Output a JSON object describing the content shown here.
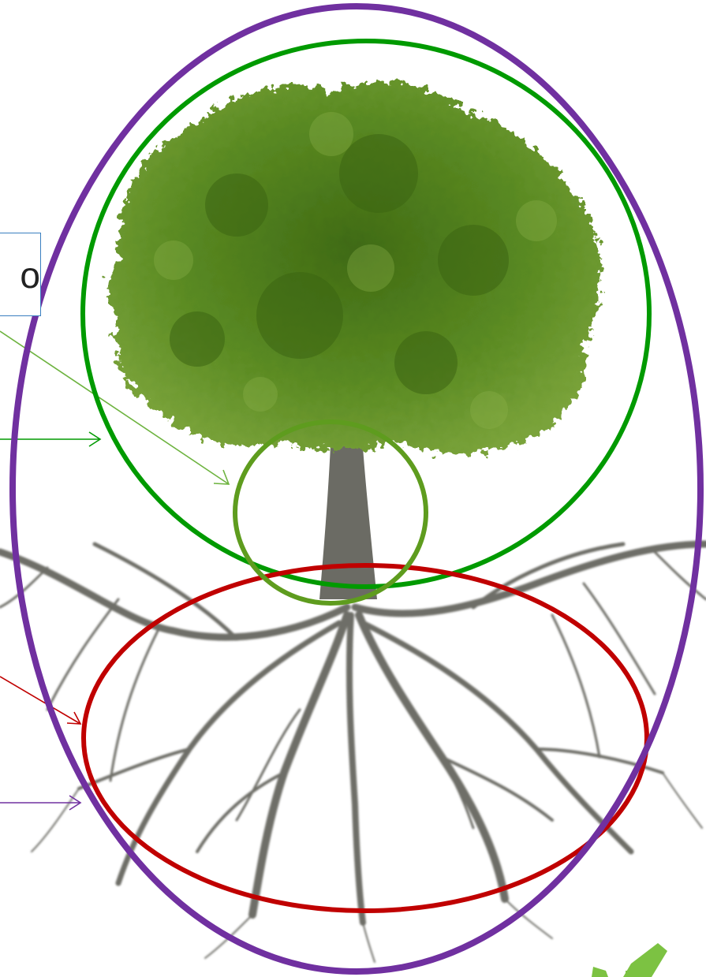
{
  "label_box": {
    "text": "o"
  },
  "colors": {
    "whole_tree_ellipse": "#7030a0",
    "crown_ellipse": "#009a00",
    "trunk_circle": "#5e9c1e",
    "roots_ellipse": "#c00000",
    "label_border": "#3a7fc0",
    "foliage": "#4f7a1c",
    "roots": "#6e6e68"
  },
  "icons": [
    "tree-illustration",
    "corner-logo"
  ]
}
